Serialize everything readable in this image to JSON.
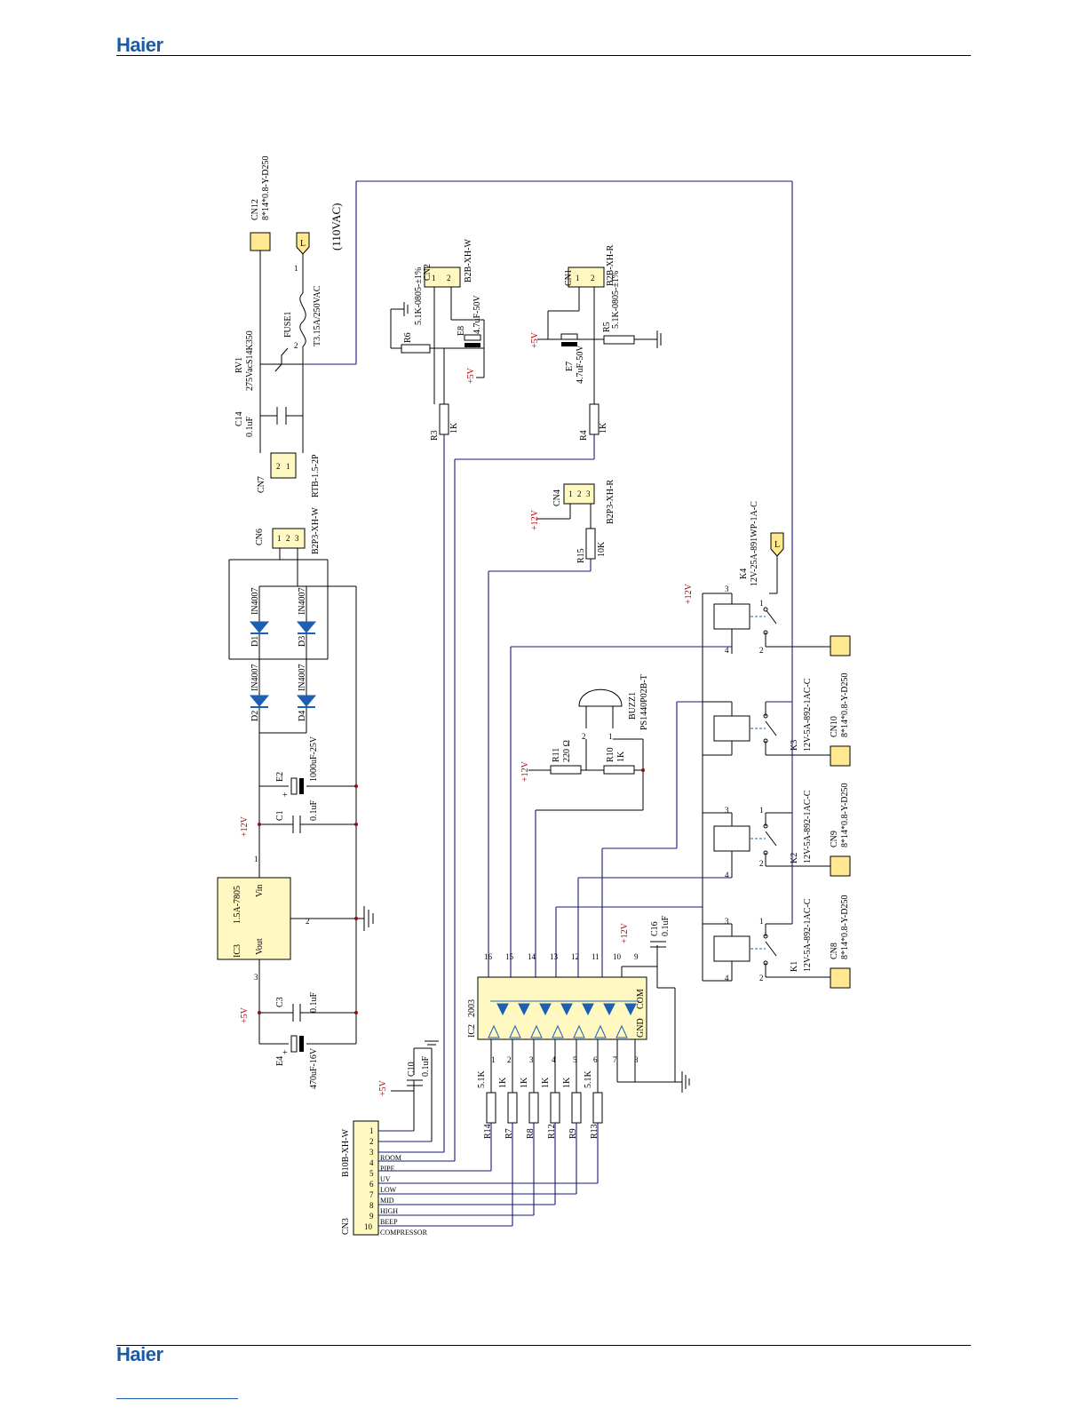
{
  "header": {
    "logo": "Haier"
  },
  "footer": {
    "logo": "Haier"
  },
  "schematic": {
    "voltage_note": "(110VAC)",
    "power_labels": {
      "p12v": "+12V",
      "p5v": "+5V",
      "l": "L"
    },
    "components": {
      "cn12": {
        "ref": "CN12",
        "value": "8*14*0.8-Y-D250"
      },
      "fuse1": {
        "ref": "FUSE1",
        "value": "T3.15A/250VAC"
      },
      "rv1": {
        "ref": "RV1",
        "value": "275VacS14K350"
      },
      "c14": {
        "ref": "C14",
        "value": "0.1uF"
      },
      "cn7": {
        "ref": "CN7",
        "value": "RTB-1.5-2P"
      },
      "cn6": {
        "ref": "CN6",
        "value": "B2P3-XH-W"
      },
      "d1": {
        "ref": "D1",
        "value": "IN4007"
      },
      "d2": {
        "ref": "D2",
        "value": "IN4007"
      },
      "d3": {
        "ref": "D3",
        "value": "IN4007"
      },
      "d4": {
        "ref": "D4",
        "value": "IN4007"
      },
      "e2": {
        "ref": "E2",
        "value": "1000uF-25V"
      },
      "c1": {
        "ref": "C1",
        "value": "0.1uF"
      },
      "ic3": {
        "ref": "IC3",
        "value": "1.5A-7805",
        "pin_vin": "Vin",
        "pin_vout": "Vout"
      },
      "c3": {
        "ref": "C3",
        "value": "0.1uF"
      },
      "e4": {
        "ref": "E4",
        "value": "470uF-16V"
      },
      "cn2": {
        "ref": "CN2",
        "value": "B2B-XH-W"
      },
      "r6": {
        "ref": "R6",
        "value": "5.1K-0805-±1%"
      },
      "e8": {
        "ref": "E8",
        "value": "4.7uF-50V"
      },
      "r3": {
        "ref": "R3",
        "value": "1K"
      },
      "cn1": {
        "ref": "CN1",
        "value": "B2B-XH-R"
      },
      "r5": {
        "ref": "R5",
        "value": "5.1K-0805-±1%"
      },
      "e7": {
        "ref": "E7",
        "value": "4.7uF-50V"
      },
      "r4": {
        "ref": "R4",
        "value": "1K"
      },
      "cn4": {
        "ref": "CN4",
        "value": "B2P3-XH-R"
      },
      "r15": {
        "ref": "R15",
        "value": "10K"
      },
      "k4": {
        "ref": "K4",
        "value": "12V-25A-891WP-1A-C"
      },
      "buzz1": {
        "ref": "BUZZ1",
        "value": "PS1440P02B-T"
      },
      "r11": {
        "ref": "R11",
        "value": "220 Ω"
      },
      "r10": {
        "ref": "R10",
        "value": "1K"
      },
      "k3": {
        "ref": "K3",
        "value": "12V-5A-892-1AC-C"
      },
      "cn10": {
        "ref": "CN10",
        "value": "8*14*0.8-Y-D250"
      },
      "k2": {
        "ref": "K2",
        "value": "12V-5A-892-1AC-C"
      },
      "cn9": {
        "ref": "CN9",
        "value": "8*14*0.8-Y-D250"
      },
      "k1": {
        "ref": "K1",
        "value": "12V-5A-892-1AC-C"
      },
      "cn8": {
        "ref": "CN8",
        "value": "8*14*0.8-Y-D250"
      },
      "c16": {
        "ref": "C16",
        "value": "0.1uF"
      },
      "ic2": {
        "ref": "IC2",
        "value": "2003",
        "com": "COM",
        "gnd": "GND"
      },
      "c10": {
        "ref": "C10",
        "value": "0.1uF"
      },
      "cn3": {
        "ref": "CN3",
        "value": "B10B-XH-W"
      },
      "r14": {
        "ref": "R14",
        "value": "5.1K"
      },
      "r7": {
        "ref": "R7",
        "value": "1K"
      },
      "r8": {
        "ref": "R8",
        "value": "1K"
      },
      "r12": {
        "ref": "R12",
        "value": "1K"
      },
      "r9": {
        "ref": "R9",
        "value": "1K"
      },
      "r13": {
        "ref": "R13",
        "value": "5.1K"
      }
    },
    "cn3_signals": [
      "ROOM",
      "PIPE",
      "UV",
      "LOW",
      "MID",
      "HIGH",
      "BEEP",
      "COMPRESSOR"
    ],
    "ic2_pins_top": [
      "16",
      "15",
      "14",
      "13",
      "12",
      "11",
      "10",
      "9"
    ],
    "ic2_pins_bottom": [
      "1",
      "2",
      "3",
      "4",
      "5",
      "6",
      "7",
      "8"
    ]
  }
}
